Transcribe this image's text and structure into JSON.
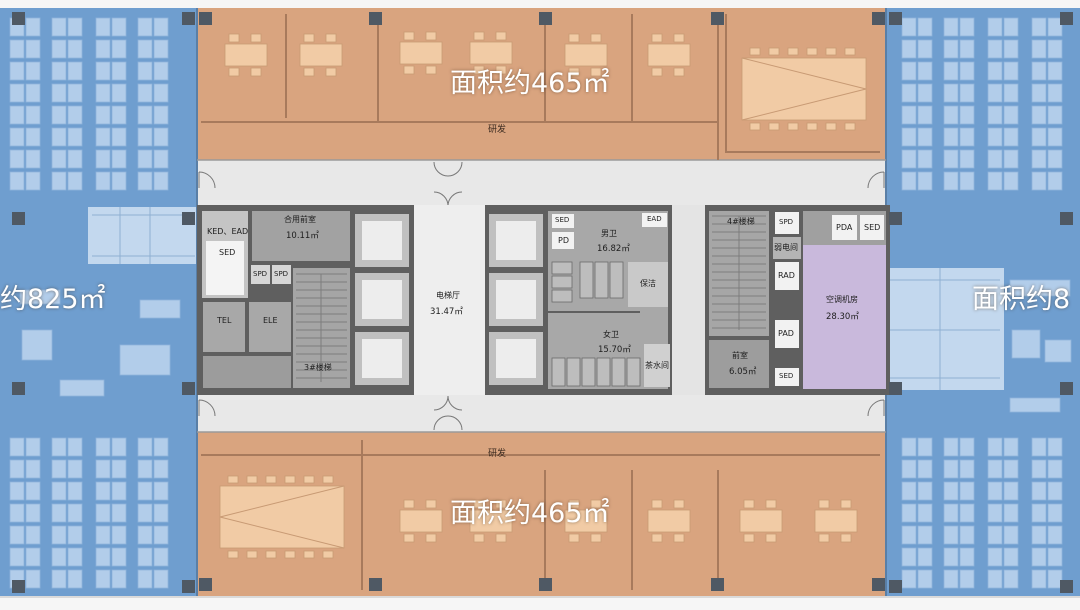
{
  "plan": {
    "zones": {
      "north": {
        "area_label": "面积约465㎡",
        "function_label": "研发"
      },
      "south": {
        "area_label": "面积约465㎡",
        "function_label": "研发"
      },
      "west": {
        "area_label": "约825㎡"
      },
      "east": {
        "area_label": "面积约8"
      }
    },
    "core": {
      "ked_ead": "KED、EAD",
      "sed_left": "SED",
      "shared_anteroom": {
        "name": "合用前室",
        "area": "10.11㎡"
      },
      "spd_1": "SPD",
      "spd_2": "SPD",
      "tel": "TEL",
      "ele": "ELE",
      "stair_3": "3#楼梯",
      "elevator_lobby": {
        "name": "电梯厅",
        "area": "31.47㎡"
      },
      "sed_mid": "SED",
      "pd": "PD",
      "mens_room": {
        "name": "男卫",
        "area": "16.82㎡"
      },
      "ead": "EAD",
      "cleaning": "保洁",
      "womens_room": {
        "name": "女卫",
        "area": "15.70㎡"
      },
      "pantry": "茶水间",
      "stair_4": "4#楼梯",
      "spd_3": "SPD",
      "weak_current": "弱电间",
      "rad": "RAD",
      "pad": "PAD",
      "anteroom": {
        "name": "前室",
        "area": "6.05㎡"
      },
      "sed_right": "SED",
      "pda": "PDA",
      "sed_ahu": "SED",
      "ahu_room": {
        "name": "空调机房",
        "area": "28.30㎡"
      }
    }
  },
  "colors": {
    "office_blue": "#6f9ecf",
    "office_blue_light": "#c3d8ee",
    "desk_blue": "#b2cdea",
    "rd_orange": "#d9a47f",
    "furniture_orange": "#f1cba5",
    "corridor": "#e8e8e8",
    "core_wall": "#5f5f5f",
    "ahu_purple": "#c9b9dc",
    "column": "#4f5964"
  }
}
